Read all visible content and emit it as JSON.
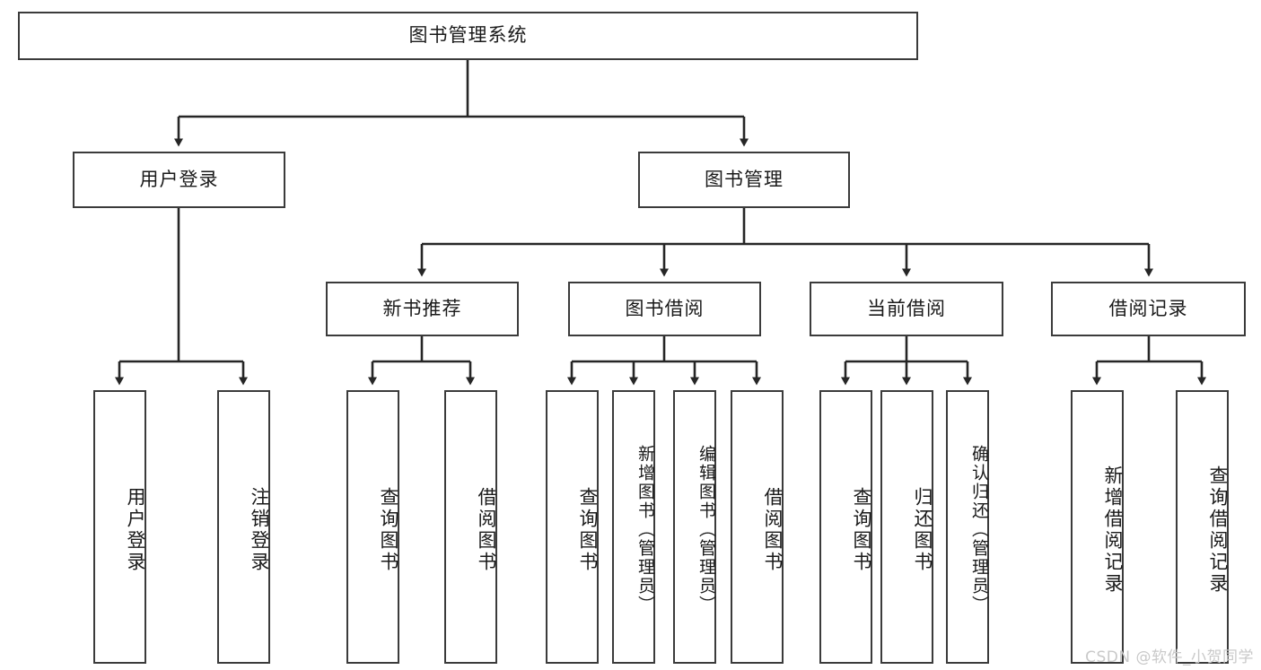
{
  "diagram": {
    "type": "tree-hierarchy",
    "title": "图书管理系统",
    "orientation": "top-down",
    "colors": {
      "box_border": "#3b3b3b",
      "box_fill": "#ffffff",
      "connector": "#262626",
      "text": "#1a1a1a",
      "watermark": "#c9c9c9",
      "background": "#ffffff"
    },
    "levels": [
      {
        "level": 1,
        "labels": [
          "图书管理系统"
        ]
      },
      {
        "level": 2,
        "labels": [
          "用户登录",
          "图书管理"
        ]
      },
      {
        "level": 3,
        "labels": [
          "新书推荐",
          "图书借阅",
          "当前借阅",
          "借阅记录"
        ]
      },
      {
        "level": 4,
        "labels": [
          "用户登录",
          "注销登录",
          "查询图书",
          "借阅图书",
          "查询图书",
          "新增图书（管理员）",
          "编辑图书（管理员）",
          "借阅图书",
          "查询图书",
          "归还图书",
          "确认归还（管理员）",
          "新增借阅记录",
          "查询借阅记录"
        ]
      }
    ],
    "root": {
      "label": "图书管理系统"
    },
    "branches": [
      {
        "label": "用户登录",
        "children": [
          {
            "label": "用户登录"
          },
          {
            "label": "注销登录"
          }
        ]
      },
      {
        "label": "图书管理",
        "groups": [
          {
            "label": "新书推荐",
            "children": [
              {
                "label": "查询图书"
              },
              {
                "label": "借阅图书"
              }
            ]
          },
          {
            "label": "图书借阅",
            "children": [
              {
                "label": "查询图书"
              },
              {
                "label": "新增图书（管理员）"
              },
              {
                "label": "编辑图书（管理员）"
              },
              {
                "label": "借阅图书"
              }
            ]
          },
          {
            "label": "当前借阅",
            "children": [
              {
                "label": "查询图书"
              },
              {
                "label": "归还图书"
              },
              {
                "label": "确认归还（管理员）"
              }
            ]
          },
          {
            "label": "借阅记录",
            "children": [
              {
                "label": "新增借阅记录"
              },
              {
                "label": "查询借阅记录"
              }
            ]
          }
        ]
      }
    ]
  },
  "watermark": {
    "text": "CSDN @软件_小贺同学"
  }
}
